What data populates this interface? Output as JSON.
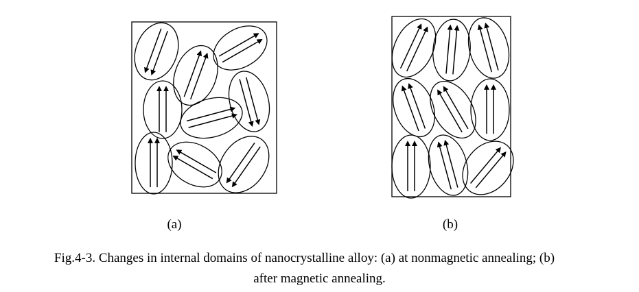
{
  "figure": {
    "panel_a_label": "(a)",
    "panel_b_label": "(b)",
    "caption_line1": "Fig.4-3. Changes in internal domains of nanocrystalline alloy: (a) at nonmagnetic annealing; (b)",
    "caption_line2": "after magnetic annealing."
  },
  "panels": {
    "a": {
      "description_key": "nonmagnetic-annealing",
      "domains": [
        {
          "angle_deg": 200,
          "arrows": 2
        },
        {
          "angle_deg": 20,
          "arrows": 2
        },
        {
          "angle_deg": 60,
          "arrows": 2
        },
        {
          "angle_deg": 0,
          "arrows": 2
        },
        {
          "angle_deg": 75,
          "arrows": 2
        },
        {
          "angle_deg": 165,
          "arrows": 2
        },
        {
          "angle_deg": 0,
          "arrows": 2
        },
        {
          "angle_deg": 300,
          "arrows": 2
        },
        {
          "angle_deg": 215,
          "arrows": 2
        }
      ]
    },
    "b": {
      "description_key": "magnetic-annealing",
      "domains": [
        {
          "angle_deg": 25,
          "arrows": 2
        },
        {
          "angle_deg": 5,
          "arrows": 2
        },
        {
          "angle_deg": 345,
          "arrows": 2
        },
        {
          "angle_deg": 340,
          "arrows": 2
        },
        {
          "angle_deg": 330,
          "arrows": 2
        },
        {
          "angle_deg": 0,
          "arrows": 2
        },
        {
          "angle_deg": 0,
          "arrows": 2
        },
        {
          "angle_deg": 345,
          "arrows": 2
        },
        {
          "angle_deg": 40,
          "arrows": 2
        }
      ]
    }
  }
}
